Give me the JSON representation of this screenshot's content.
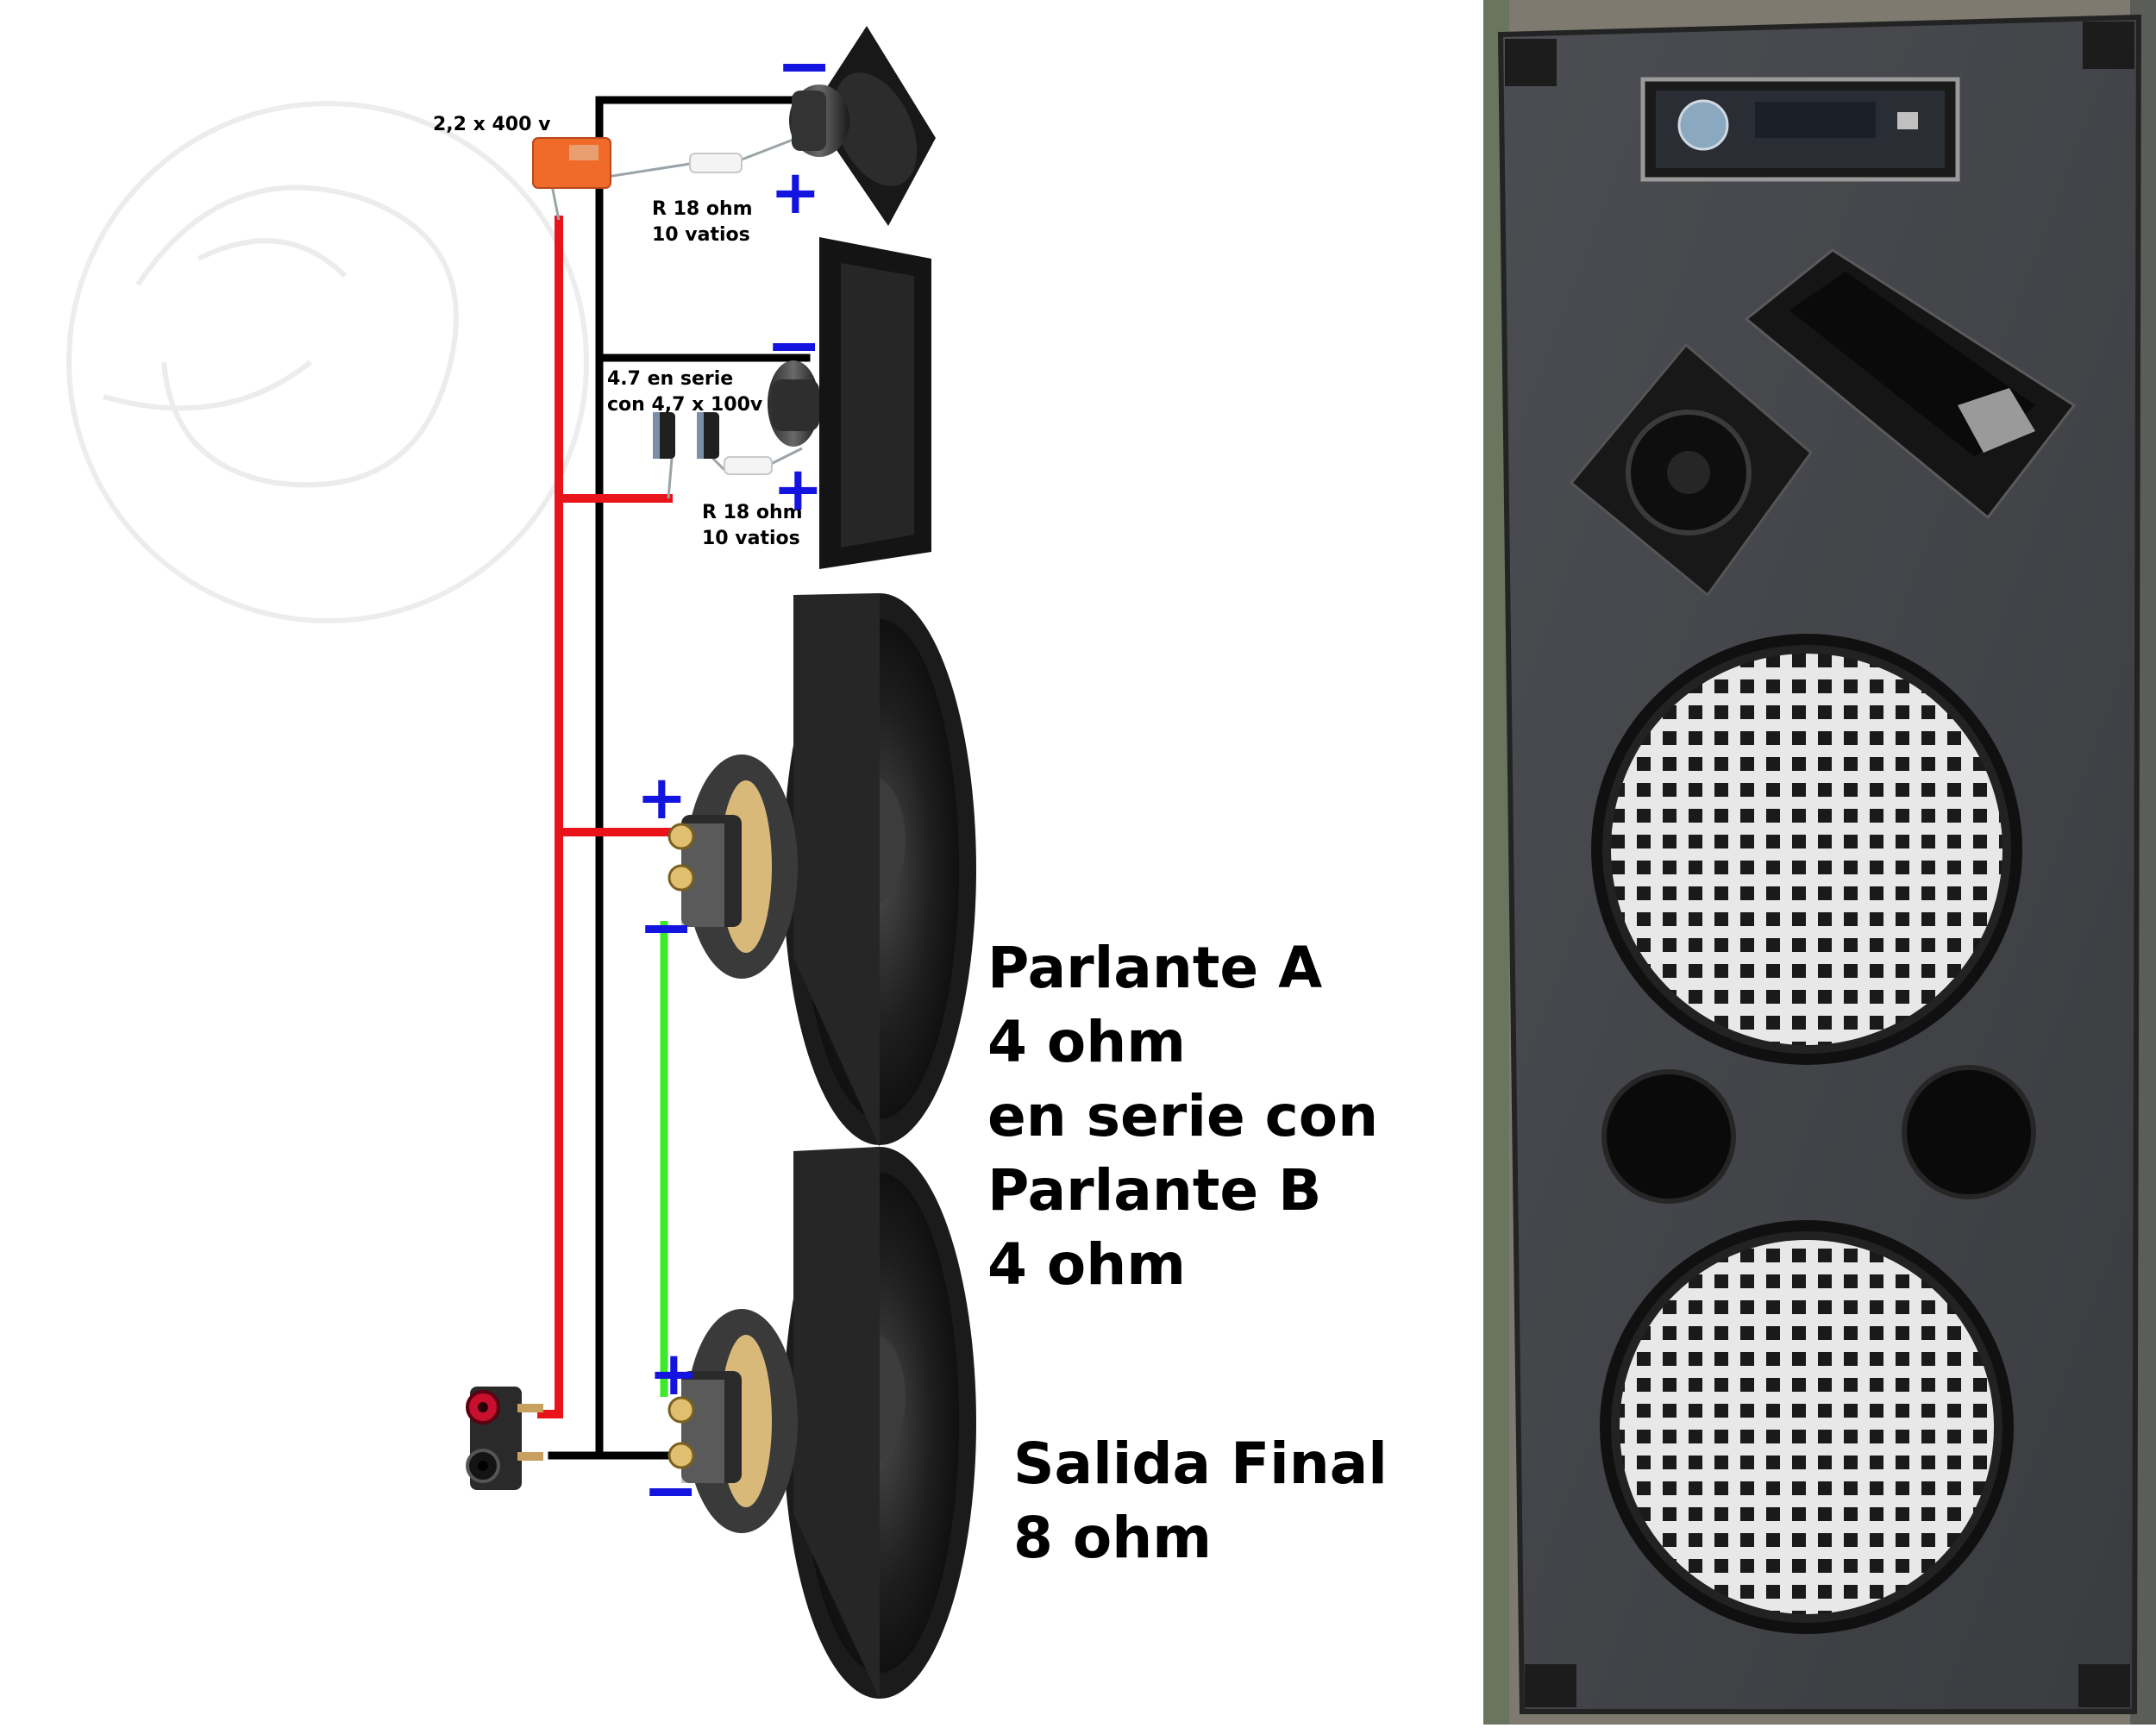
{
  "capacitor_label": "2,2 x 400 v",
  "tweeter_resistor": {
    "line1": "R 18 ohm",
    "line2": "10 vatios"
  },
  "horn_caps_label": {
    "line1": "4.7 en serie",
    "line2": "con 4,7 x 100v"
  },
  "horn_resistor": {
    "line1": "R 18 ohm",
    "line2": "10 vatios"
  },
  "speakers_label": [
    "Parlante A",
    "4 ohm",
    "en serie con",
    "Parlante B",
    "4 ohm"
  ],
  "output_label": [
    "Salida Final",
    "8 ohm"
  ],
  "polarity": {
    "plus": "+",
    "minus": "−"
  },
  "wire_colors": {
    "positive": "#e8141a",
    "negative": "#000000",
    "series_link": "#3bea2a"
  }
}
